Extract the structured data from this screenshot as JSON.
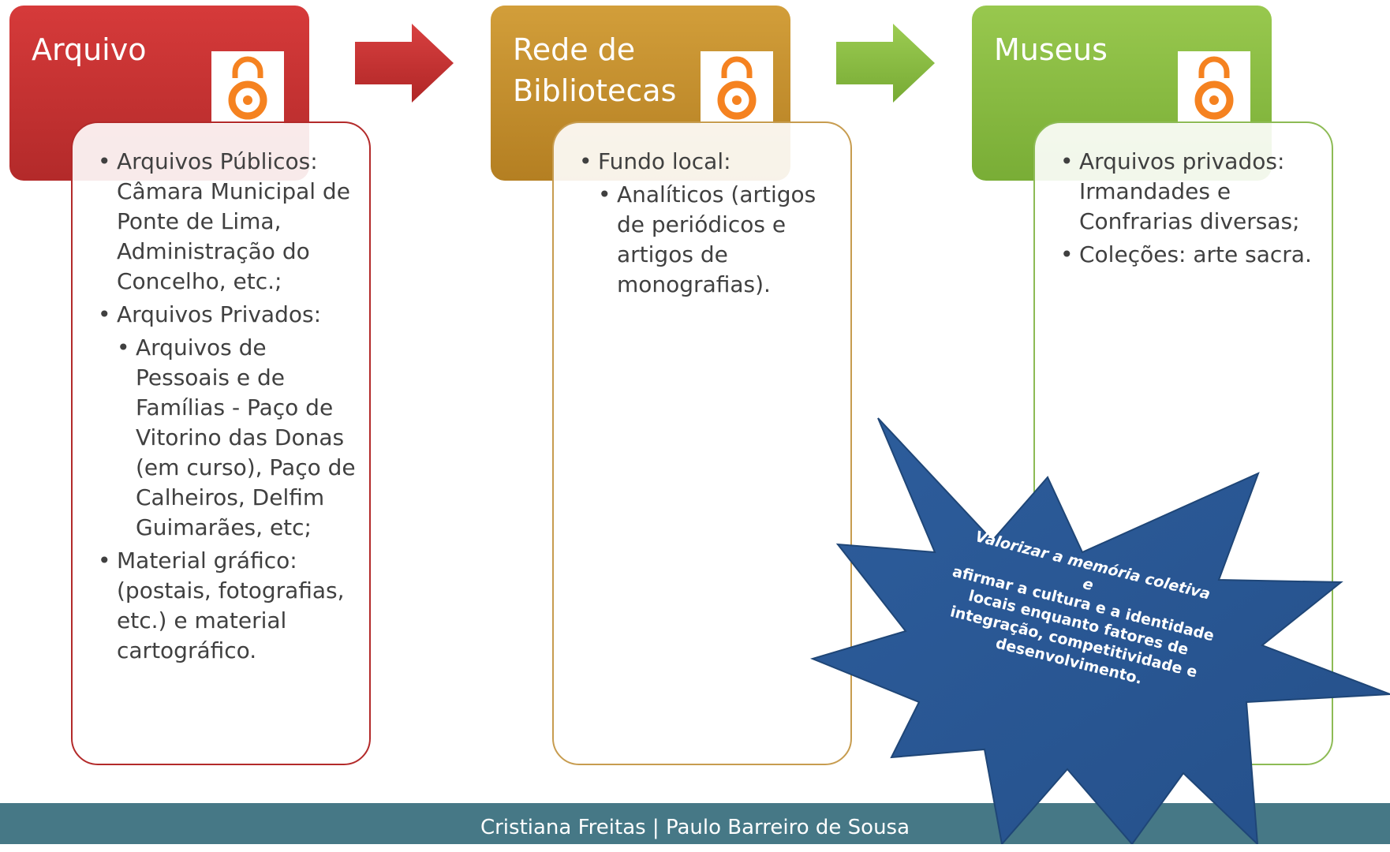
{
  "columns": [
    {
      "title": "Arquivo",
      "items": [
        {
          "text": "Arquivos Públicos: Câmara Municipal de Ponte de Lima, Administração do Concelho, etc.;"
        },
        {
          "text": "Arquivos Privados:"
        },
        {
          "text": "Arquivos de Pessoais e de Famílias - Paço de Vitorino das Donas (em curso), Paço de Calheiros, Delfim Guimarães, etc;"
        },
        {
          "text": "Material gráfico: (postais, fotografias, etc.) e material cartográfico."
        }
      ]
    },
    {
      "title": "Rede de Bibliotecas",
      "items": [
        {
          "text": "Fundo local:"
        },
        {
          "text": "Analíticos (artigos de periódicos e artigos de monografias)."
        }
      ]
    },
    {
      "title": "Museus",
      "items": [
        {
          "text": "Arquivos privados: Irmandades e Confrarias diversas;"
        },
        {
          "text": "Coleções: arte sacra."
        }
      ]
    }
  ],
  "starburst": {
    "line1": "Valorizar a memória coletiva",
    "line2": "e",
    "line3": "afirmar a cultura e a identidade locais enquanto fatores de integração, competitividade e desenvolvimento."
  },
  "footer": "Cristiana Freitas | Paulo Barreiro de Sousa",
  "icons": {
    "tile": "open-access-icon",
    "connector": "arrow-right-icon"
  },
  "colors": {
    "arquivo": "#c43232",
    "bibliotecas": "#c4902e",
    "museus": "#8cbd45",
    "open_access": "#f58220",
    "starburst": "#2f5e9a",
    "footer": "#467886"
  }
}
